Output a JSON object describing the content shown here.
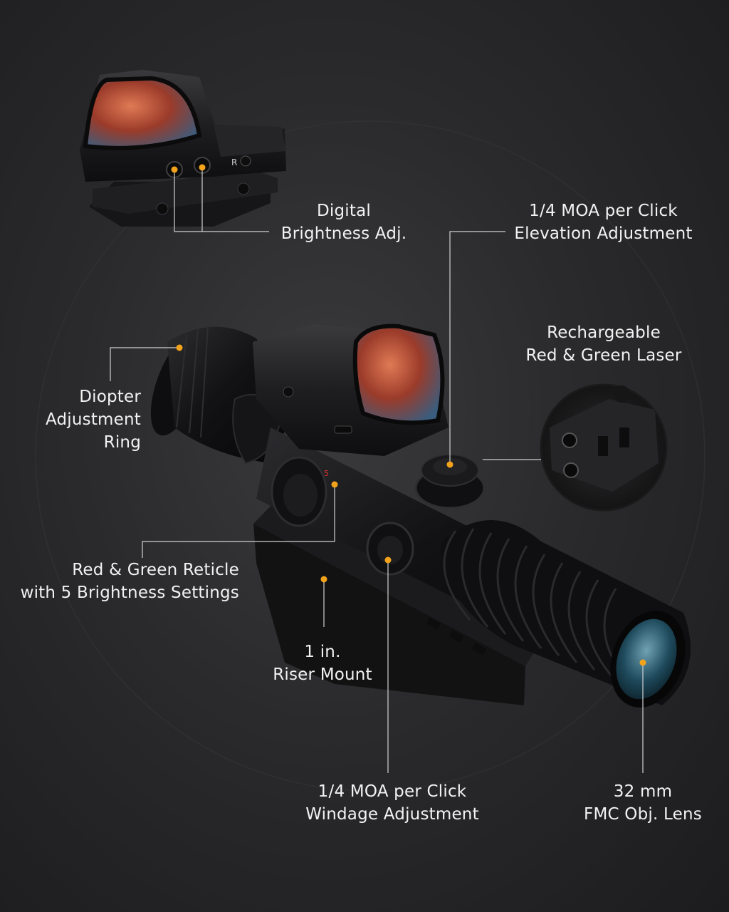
{
  "callouts": {
    "digital_brightness": [
      "Digital",
      "Brightness Adj."
    ],
    "elevation": [
      "1/4 MOA per Click",
      "Elevation Adjustment"
    ],
    "laser": [
      "Rechargeable",
      "Red & Green Laser"
    ],
    "diopter": [
      "Diopter",
      "Adjustment",
      "Ring"
    ],
    "reticle": [
      "Red & Green Reticle",
      "with 5 Brightness Settings"
    ],
    "riser": [
      "1 in.",
      "Riser Mount"
    ],
    "windage": [
      "1/4 MOA per Click",
      "Windage Adjustment"
    ],
    "lens": [
      "32 mm",
      "FMC Obj. Lens"
    ]
  },
  "markings": {
    "red_dot_side": "R"
  },
  "colors": {
    "accent_dot": "#f2a31b",
    "leader_line": "#d8d8d8",
    "lens_red": "#c0392b",
    "lens_blue": "#3a6f9a",
    "body": "#1a1a1c"
  }
}
